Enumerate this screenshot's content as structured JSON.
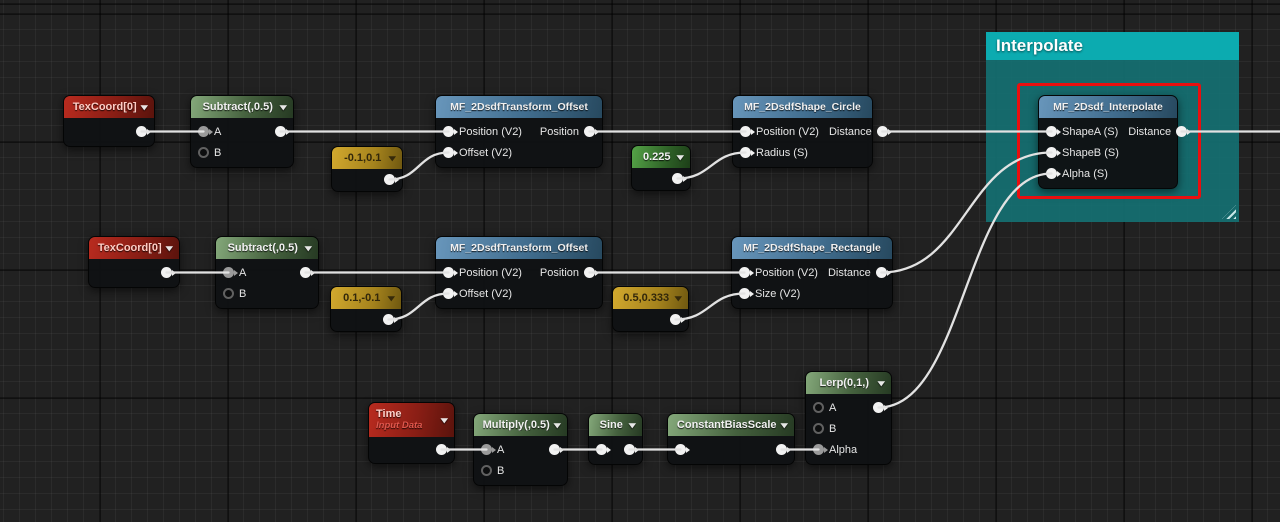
{
  "icons": {
    "chevron_down": "▾"
  },
  "colors": {
    "background": "#212121",
    "wire": "#e2e2e2",
    "node_body": "#121416",
    "header_red": "#b92b1f",
    "header_green": "#5d7f54",
    "header_const_green": "#3f8c36",
    "header_const_gold": "#c9a227",
    "header_function_blue": "#4f7fa4",
    "comment_header_teal": "#0cabb0",
    "comment_body_teal": "#157072",
    "selection_highlight_red": "#e90f0f"
  },
  "comment": {
    "title": "Interpolate"
  },
  "nodes": {
    "texcoord_a": {
      "title": "TexCoord[0]"
    },
    "subtract_a": {
      "title": "Subtract(,0.5)",
      "in_a": "A",
      "in_b": "B"
    },
    "const_a1": {
      "title": "-0.1,0.1"
    },
    "offset_a": {
      "title": "MF_2DsdfTransform_Offset",
      "in_position": "Position (V2)",
      "in_offset": "Offset (V2)",
      "out_position": "Position"
    },
    "const_a2": {
      "title": "0.225"
    },
    "circle": {
      "title": "MF_2DsdfShape_Circle",
      "in_position": "Position (V2)",
      "in_radius": "Radius (S)",
      "out_distance": "Distance"
    },
    "texcoord_b": {
      "title": "TexCoord[0]"
    },
    "subtract_b": {
      "title": "Subtract(,0.5)",
      "in_a": "A",
      "in_b": "B"
    },
    "const_b1": {
      "title": "0.1,-0.1"
    },
    "offset_b": {
      "title": "MF_2DsdfTransform_Offset",
      "in_position": "Position (V2)",
      "in_offset": "Offset (V2)",
      "out_position": "Position"
    },
    "const_b2": {
      "title": "0.5,0.333"
    },
    "rect": {
      "title": "MF_2DsdfShape_Rectangle",
      "in_position": "Position (V2)",
      "in_size": "Size (V2)",
      "out_distance": "Distance"
    },
    "time": {
      "title": "Time",
      "subtitle": "Input Data"
    },
    "multiply": {
      "title": "Multiply(,0.5)",
      "in_a": "A",
      "in_b": "B"
    },
    "sine": {
      "title": "Sine"
    },
    "cbs": {
      "title": "ConstantBiasScale"
    },
    "lerp": {
      "title": "Lerp(0,1,)",
      "in_a": "A",
      "in_b": "B",
      "in_alpha": "Alpha"
    },
    "interp": {
      "title": "MF_2Dsdf_Interpolate",
      "in_shapea": "ShapeA (S)",
      "in_shapeb": "ShapeB (S)",
      "in_alpha": "Alpha (S)",
      "out_distance": "Distance"
    }
  },
  "connections": [
    {
      "from": "texcoord_a.out",
      "to": "subtract_a.a"
    },
    {
      "from": "subtract_a.out",
      "to": "offset_a.position"
    },
    {
      "from": "const_a1.out",
      "to": "offset_a.offset"
    },
    {
      "from": "offset_a.out",
      "to": "circle.position"
    },
    {
      "from": "const_a2.out",
      "to": "circle.radius"
    },
    {
      "from": "circle.out",
      "to": "interp.shapea"
    },
    {
      "from": "texcoord_b.out",
      "to": "subtract_b.a"
    },
    {
      "from": "subtract_b.out",
      "to": "offset_b.position"
    },
    {
      "from": "const_b1.out",
      "to": "offset_b.offset"
    },
    {
      "from": "offset_b.out",
      "to": "rect.position"
    },
    {
      "from": "const_b2.out",
      "to": "rect.size"
    },
    {
      "from": "rect.out",
      "to": "interp.shapeb"
    },
    {
      "from": "time.out",
      "to": "multiply.a"
    },
    {
      "from": "multiply.out",
      "to": "sine.in"
    },
    {
      "from": "sine.out",
      "to": "cbs.in"
    },
    {
      "from": "cbs.out",
      "to": "lerp.alpha"
    },
    {
      "from": "lerp.out",
      "to": "interp.alpha"
    },
    {
      "from": "interp.out",
      "to": "EDGE_RIGHT"
    }
  ]
}
